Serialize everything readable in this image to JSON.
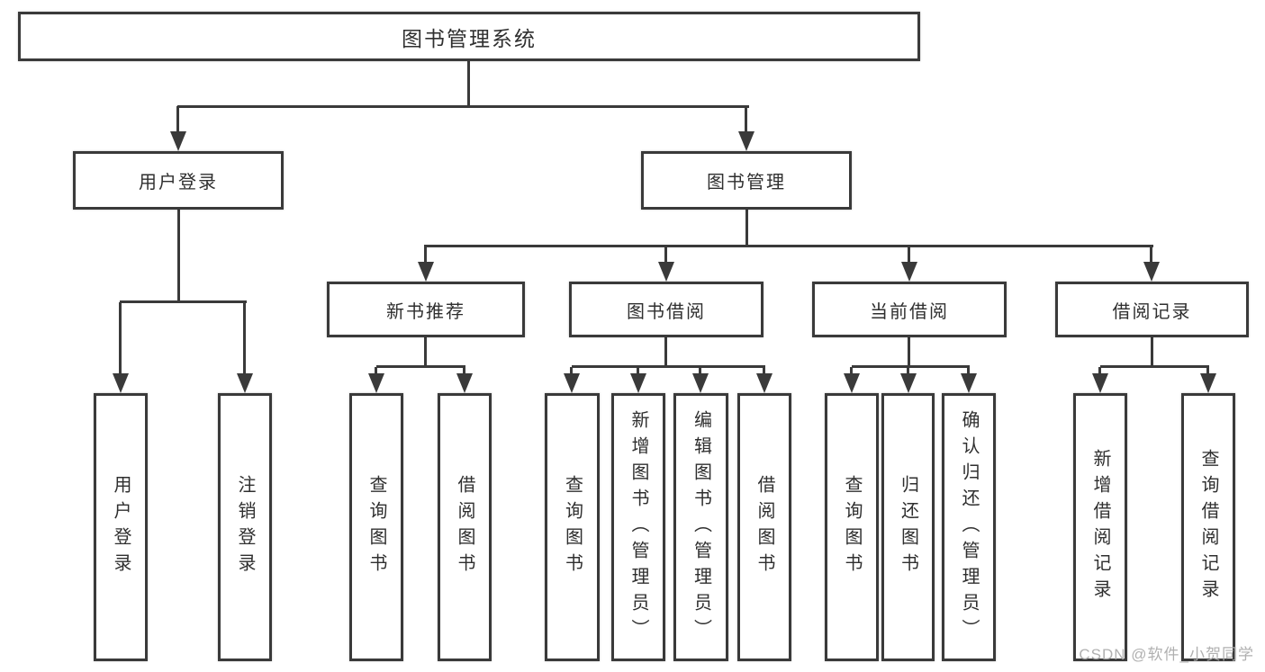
{
  "colors": {
    "line": "#3a3a3a",
    "text": "#2f2f2f",
    "watermark": "#acacac",
    "background": "#ffffff"
  },
  "watermark": "CSDN @软件_小贺同学",
  "tree": {
    "label": "图书管理系统",
    "children": [
      {
        "label": "用户登录",
        "children": [
          {
            "label": "用户登录"
          },
          {
            "label": "注销登录"
          }
        ]
      },
      {
        "label": "图书管理",
        "children": [
          {
            "label": "新书推荐",
            "children": [
              {
                "label": "查询图书"
              },
              {
                "label": "借阅图书"
              }
            ]
          },
          {
            "label": "图书借阅",
            "children": [
              {
                "label": "查询图书"
              },
              {
                "label": "新增图书（管理员）"
              },
              {
                "label": "编辑图书（管理员）"
              },
              {
                "label": "借阅图书"
              }
            ]
          },
          {
            "label": "当前借阅",
            "children": [
              {
                "label": "查询图书"
              },
              {
                "label": "归还图书"
              },
              {
                "label": "确认归还（管理员）"
              }
            ]
          },
          {
            "label": "借阅记录",
            "children": [
              {
                "label": "新增借阅记录"
              },
              {
                "label": "查询借阅记录"
              }
            ]
          }
        ]
      }
    ]
  }
}
